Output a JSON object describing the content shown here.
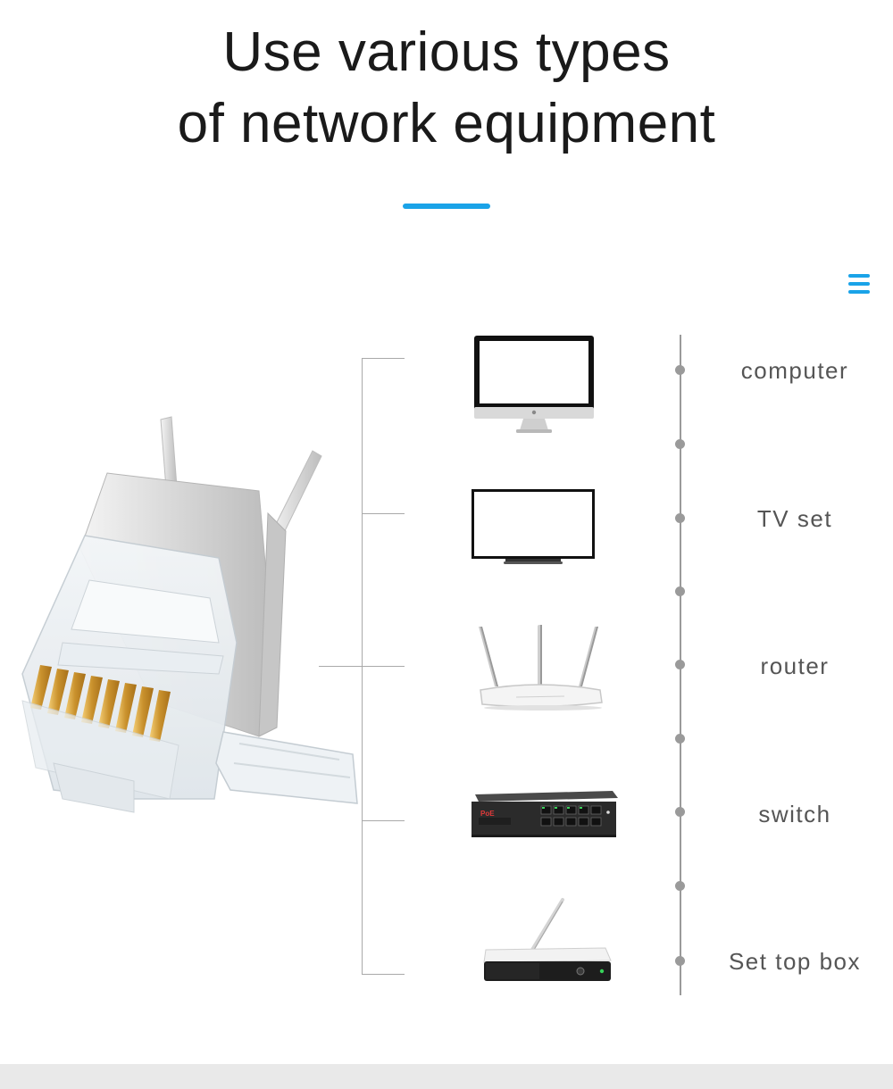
{
  "heading": {
    "line1": "Use various types",
    "line2": "of network equipment"
  },
  "accent_color": "#1aa3e8",
  "menu": {
    "icon": "hamburger-menu-icon"
  },
  "devices": [
    {
      "label": "computer",
      "icon": "computer-monitor-icon"
    },
    {
      "label": "TV set",
      "icon": "tv-icon"
    },
    {
      "label": "router",
      "icon": "wifi-router-icon"
    },
    {
      "label": "switch",
      "icon": "poe-switch-icon"
    },
    {
      "label": "Set top box",
      "icon": "set-top-box-icon"
    }
  ],
  "product": {
    "icon": "rj45-connector-image"
  },
  "switch_badge": "PoE"
}
